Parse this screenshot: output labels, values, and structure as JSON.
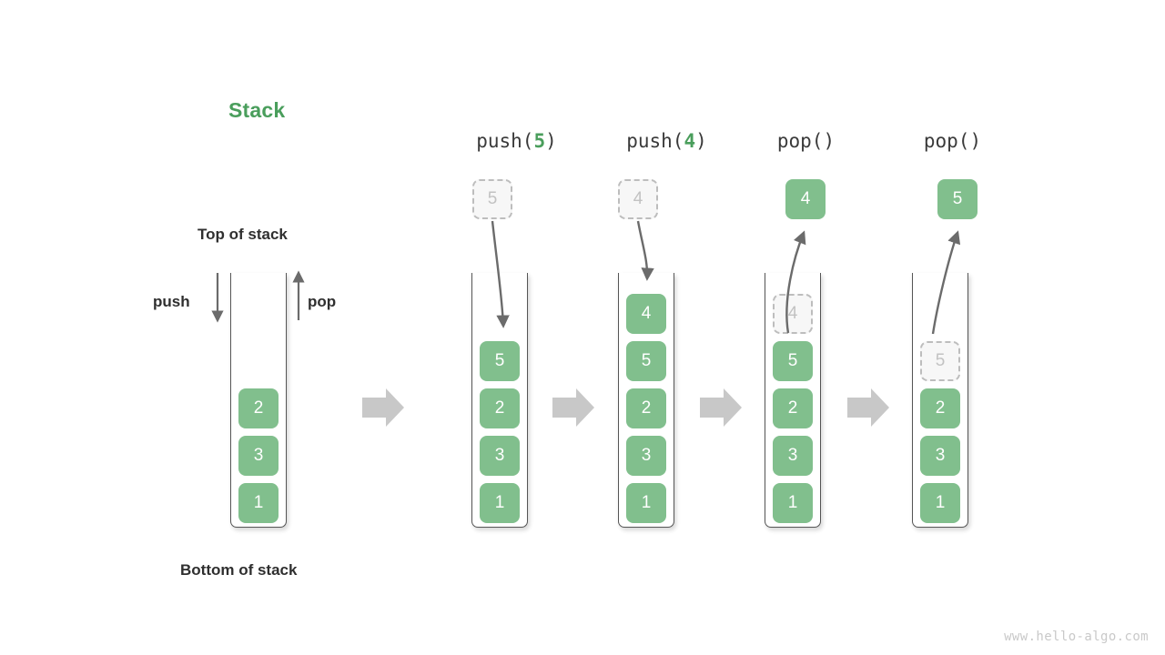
{
  "title": "Stack",
  "labels": {
    "top_of_stack": "Top of stack",
    "bottom_of_stack": "Bottom of stack",
    "push": "push",
    "pop": "pop"
  },
  "colors": {
    "accent_green": "#4a9e5c",
    "cell_green": "#81bf8d",
    "ghost_border": "#bdbdbd",
    "ghost_text": "#c2c2c2",
    "ghost_fill": "#f7f7f7",
    "tube_stroke": "#555555",
    "arrow_gray": "#6b6b6b",
    "block_arrow_gray": "#c8c8c8",
    "text_dark": "#2f2f2f",
    "watermark": "#c9c9c9"
  },
  "stages": [
    {
      "id": "initial",
      "header": "",
      "header_prefix": "",
      "header_arg": "",
      "header_suffix": "",
      "cells": [
        "2",
        "3",
        "1"
      ],
      "ghost_index": -1,
      "float_box": null
    },
    {
      "id": "push-5",
      "header": "push(5)",
      "header_prefix": "push(",
      "header_arg": "5",
      "header_suffix": ")",
      "cells": [
        "5",
        "2",
        "3",
        "1"
      ],
      "ghost_index": -1,
      "float_box": {
        "value": "5",
        "style": "ghost"
      }
    },
    {
      "id": "push-4",
      "header": "push(4)",
      "header_prefix": "push(",
      "header_arg": "4",
      "header_suffix": ")",
      "cells": [
        "4",
        "5",
        "2",
        "3",
        "1"
      ],
      "ghost_index": -1,
      "float_box": {
        "value": "4",
        "style": "ghost"
      }
    },
    {
      "id": "pop-1",
      "header": "pop()",
      "header_prefix": "pop(",
      "header_arg": "",
      "header_suffix": ")",
      "cells": [
        "4",
        "5",
        "2",
        "3",
        "1"
      ],
      "ghost_index": 0,
      "float_box": {
        "value": "4",
        "style": "solid"
      }
    },
    {
      "id": "pop-2",
      "header": "pop()",
      "header_prefix": "pop(",
      "header_arg": "",
      "header_suffix": ")",
      "cells": [
        "5",
        "2",
        "3",
        "1"
      ],
      "ghost_index": 0,
      "float_box": {
        "value": "5",
        "style": "solid"
      }
    }
  ],
  "watermark": "www.hello-algo.com"
}
